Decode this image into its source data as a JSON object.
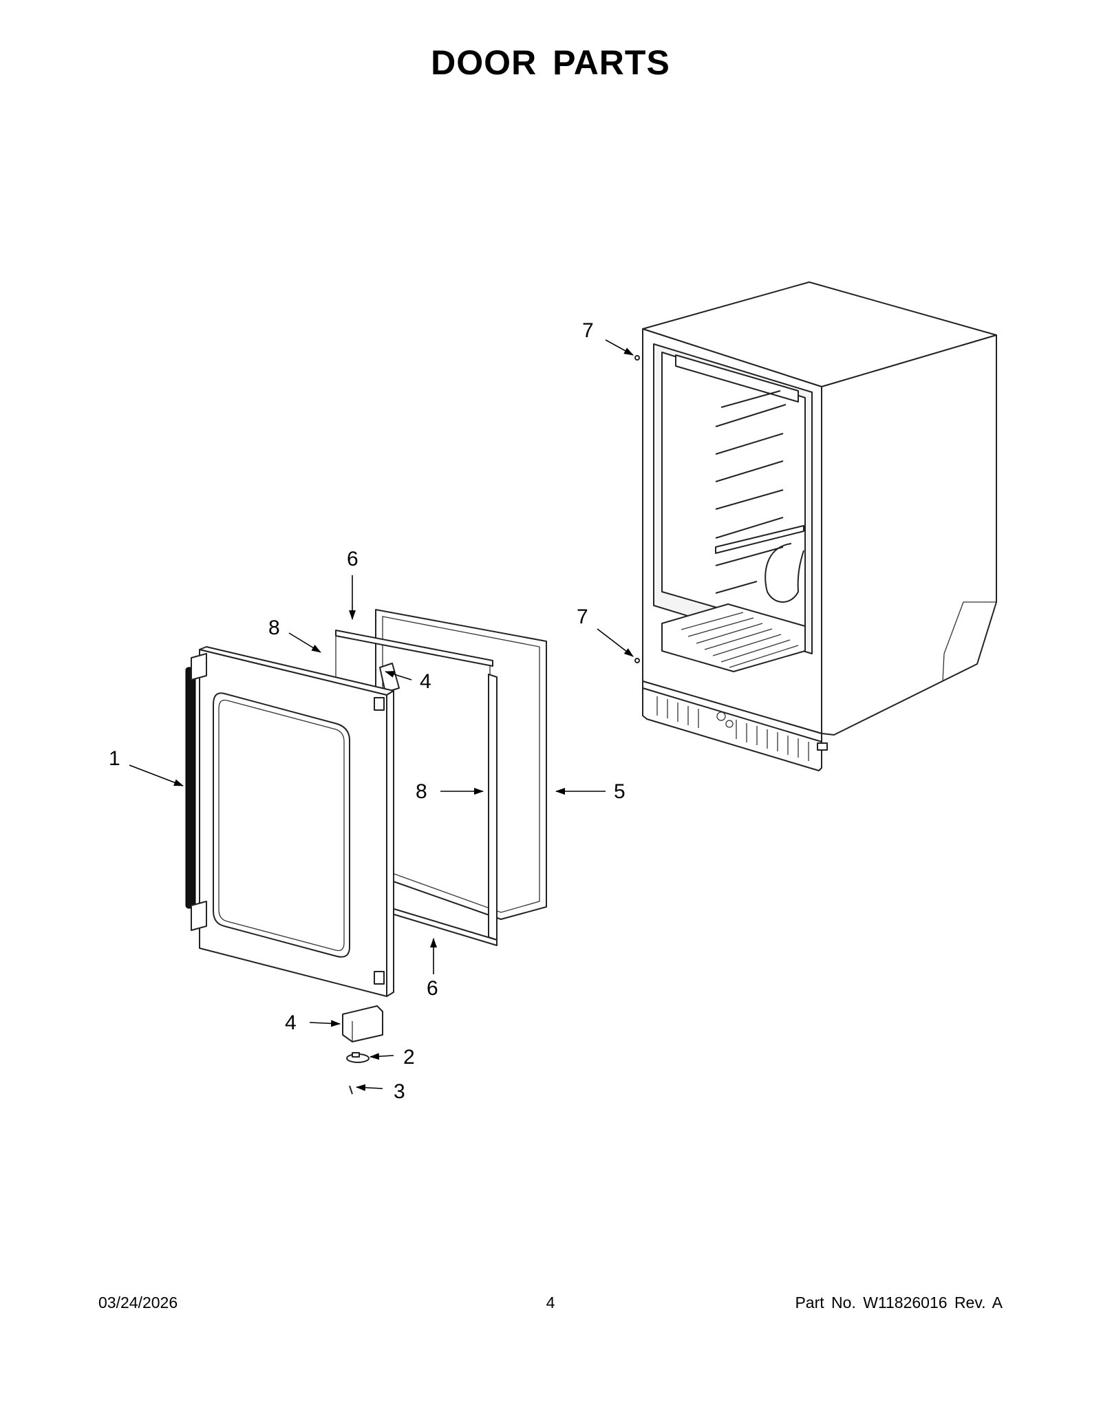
{
  "page": {
    "title": "DOOR PARTS"
  },
  "callouts": {
    "door_handle": "1",
    "hinge_pin": "2",
    "screw": "3",
    "hinge_top": "4",
    "hinge_bottom": "4",
    "gasket": "5",
    "trim_top": "6",
    "trim_bottom": "6",
    "cabinet_screw_top": "7",
    "cabinet_screw_bottom": "7",
    "seal_top": "8",
    "seal_side": "8"
  },
  "footer": {
    "date": "03/24/2026",
    "page_number": "4",
    "part_number": "Part No.  W11826016  Rev.  A"
  }
}
